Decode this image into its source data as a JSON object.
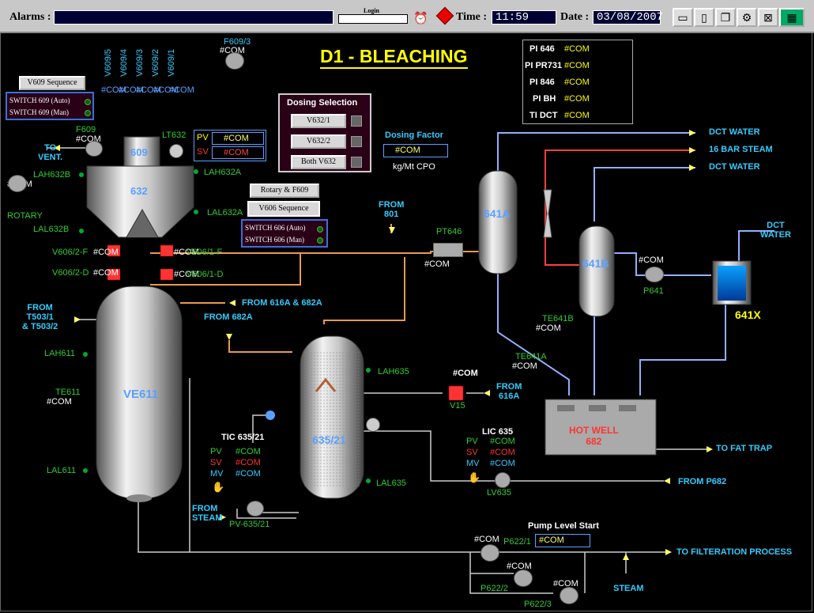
{
  "topbar": {
    "alarms_label": "Alarms :",
    "alarms_value": "",
    "login_label": "Login",
    "login_value": "",
    "time_label": "Time :",
    "time_value": "11:59",
    "date_label": "Date :",
    "date_value": "03/08/2007",
    "toolbar_icons": [
      "monitor-icon",
      "document-icon",
      "copy-icon",
      "settings-icon",
      "trend-icon",
      "grid-icon"
    ]
  },
  "title": "D1 - BLEACHING",
  "com": "#COM",
  "v609_sequence": "V609 Sequence",
  "switch609_auto": "SWITCH 609 (Auto)",
  "switch609_man": "SWITCH 609 (Man)",
  "valve_tags_609": [
    "V609/5",
    "V609/4",
    "V609/3",
    "V609/2",
    "V609/1"
  ],
  "f609_3": "F609/3",
  "f609": "F609",
  "to_vent": "TO\nVENT.",
  "vessel_609": "609",
  "vessel_632": "632",
  "lt632": "LT632",
  "lah632a": "LAH632A",
  "lah632b": "LAH632B",
  "lal632a": "LAL632A",
  "lal632b": "LAL632B",
  "rotary_label": "ROTARY",
  "pv_label": "PV",
  "sv_label": "SV",
  "mv_label": "MV",
  "dosing": {
    "title": "Dosing Selection",
    "buttons": [
      "V632/1",
      "V632/2",
      "Both V632"
    ],
    "factor_label": "Dosing Factor",
    "factor_unit": "kg/Mt CPO"
  },
  "rotary_f609": "Rotary & F609",
  "v606_sequence": "V606 Sequence",
  "switch606_auto": "SWITCH 606 (Auto)",
  "switch606_man": "SWITCH 606 (Man)",
  "v606_2f": "V606/2-F",
  "v606_2d": "V606/2-D",
  "v606_1f": "V606/1-F",
  "v606_1d": "V606/1-D",
  "pi_panel": [
    "PI 646",
    "PI PR731",
    "PI 846",
    "PI BH",
    "TI DCT"
  ],
  "dct_water": "DCT WATER",
  "steam_16bar": "16 BAR STEAM",
  "dct_water_2": "DCT WATER",
  "dct_water_3": "DCT\nWATER",
  "from_801": "FROM\n801",
  "pt646": "PT646",
  "vessel_641a": "641A",
  "vessel_641b": "641B",
  "vessel_641x": "641X",
  "p641": "P641",
  "te641b": "TE641B",
  "te641a": "TE641A",
  "from_t503": "FROM\nT503/1\n& T503/2",
  "from_616a_682a": "FROM 616A & 682A",
  "from_682a": "FROM 682A",
  "vessel_ve611": "VE611",
  "lah611": "LAH611",
  "te611": "TE611",
  "lal611": "LAL611",
  "vessel_635": "635/21",
  "lah635": "LAH635",
  "lal635": "LAL635",
  "tic635": "TIC 635/21",
  "lic635": "LIC 635",
  "v15": "V15",
  "from_616a": "FROM\n616A",
  "hot_well": "HOT WELL\n682",
  "to_fat_trap": "TO FAT TRAP",
  "from_p682": "FROM P682",
  "lv635": "LV635",
  "from_steam": "FROM\nSTEAM",
  "pv635": "PV-635/21",
  "pump_level_start": "Pump Level Start",
  "p622_1": "P622/1",
  "p622_2": "P622/2",
  "p622_3": "P622/3",
  "to_filtration": "TO FILTERATION PROCESS",
  "steam": "STEAM"
}
